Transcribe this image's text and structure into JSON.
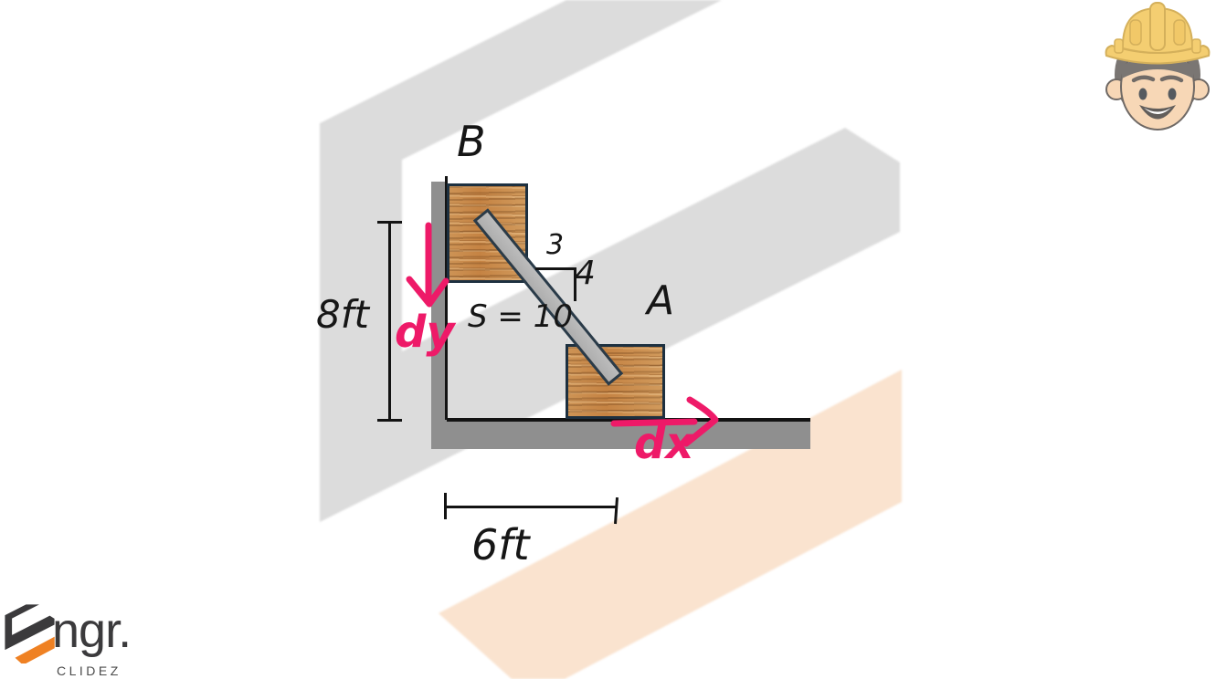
{
  "diagram": {
    "block_b_label": "B",
    "block_a_label": "A",
    "slope_horizontal": "3",
    "slope_vertical": "4",
    "rod_label": "S = 10",
    "height_dim": "8ft",
    "width_dim": "6ft",
    "dy_label": "dy",
    "dx_label": "dx"
  },
  "annotation_colors": {
    "pink": "#ee1a68",
    "ink": "#131313"
  },
  "structure_colors": {
    "wall_floor_gray": "#8f8f8f",
    "rod_fill": "#b5b5b5",
    "rod_outline": "#2a3b49",
    "block_outline": "#1d3040",
    "wood": "#c68a4a"
  },
  "watermark": {
    "gray": "#dcdcdc",
    "peach": "#fae3cf"
  },
  "logo": {
    "brand": "ngr.",
    "subtitle": "CLIDEZ",
    "dark": "#3b3a3c",
    "orange": "#ef8123"
  },
  "avatar": {
    "kind": "construction-worker-avatar",
    "hat": "#f2c14a",
    "skin": "#f6cda2",
    "hair": "#55504d"
  }
}
